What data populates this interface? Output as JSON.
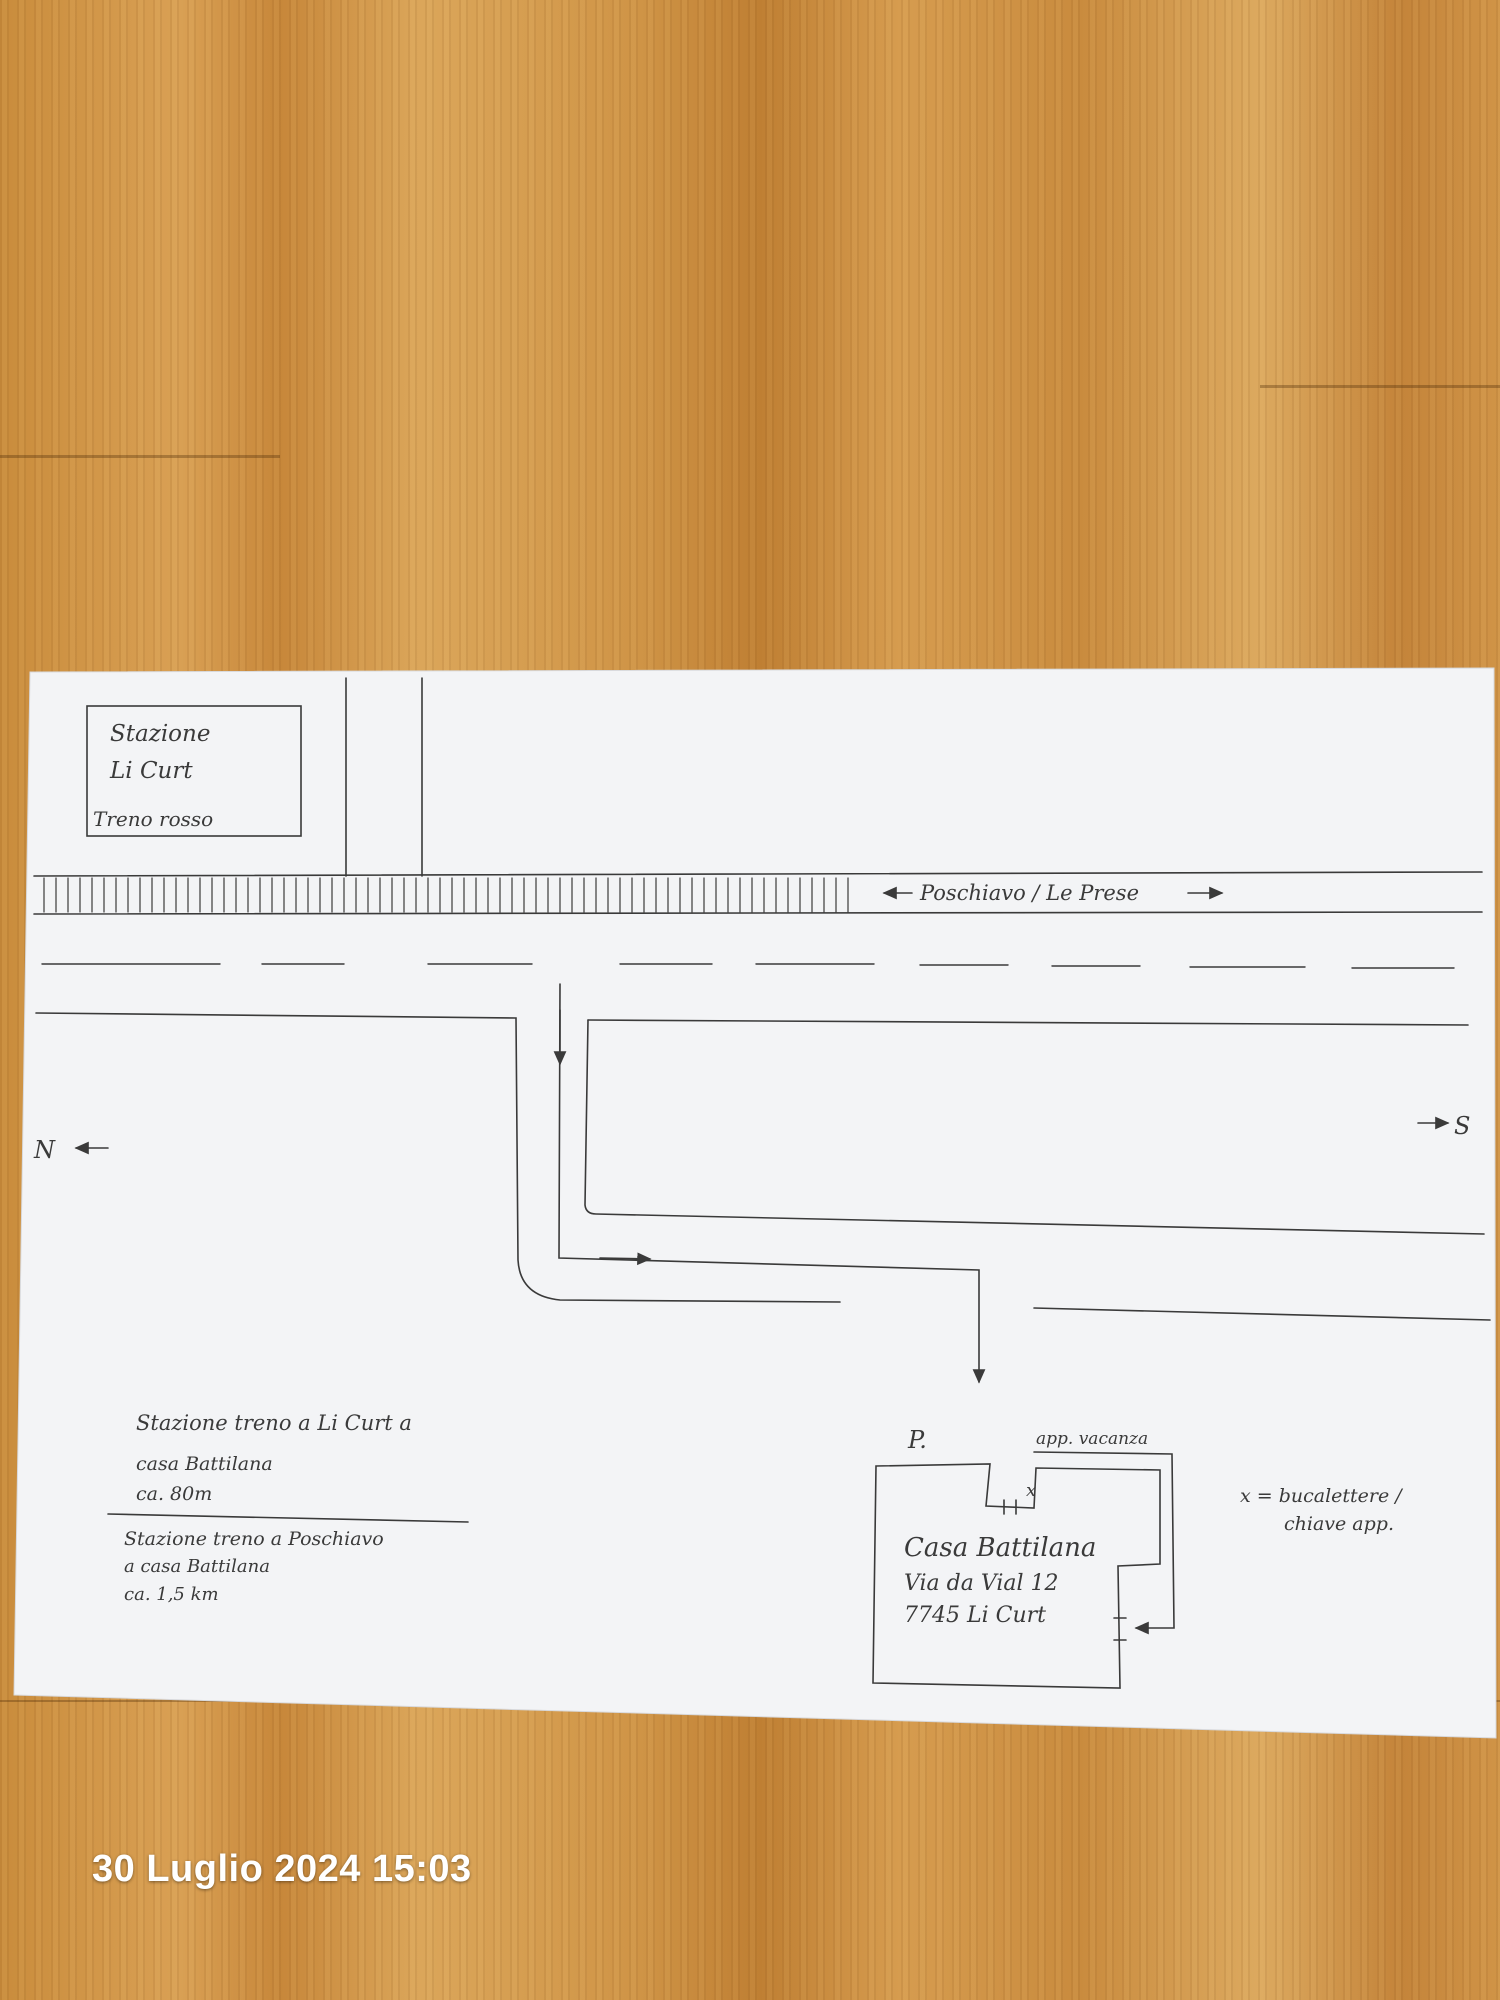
{
  "photo": {
    "timestamp": "30 Luglio 2024 15:03"
  },
  "map": {
    "station_box": {
      "line1": "Stazione",
      "line2": "Li Curt",
      "line3": "Treno rosso"
    },
    "rail_label": "Poschiavo / Le Prese",
    "compass": {
      "north": "N",
      "south": "S"
    },
    "directions": {
      "line1": "Stazione treno a Li Curt a",
      "line2": "casa Battilana",
      "line3": "ca. 80m",
      "line4": "Stazione treno a Poschiavo",
      "line5": "a casa Battilana",
      "line6": "ca. 1,5 km"
    },
    "parking": "P.",
    "app_label": "app. vacanza",
    "house": {
      "name": "Casa Battilana",
      "street": "Via da Vial 12",
      "town": "7745 Li Curt"
    },
    "legend": {
      "line1": "x = bucalettere /",
      "line2": "chiave app."
    },
    "mailbox_mark": "x",
    "ink_color": "#3a3a3a",
    "paper_color": "#f3f4f6"
  }
}
